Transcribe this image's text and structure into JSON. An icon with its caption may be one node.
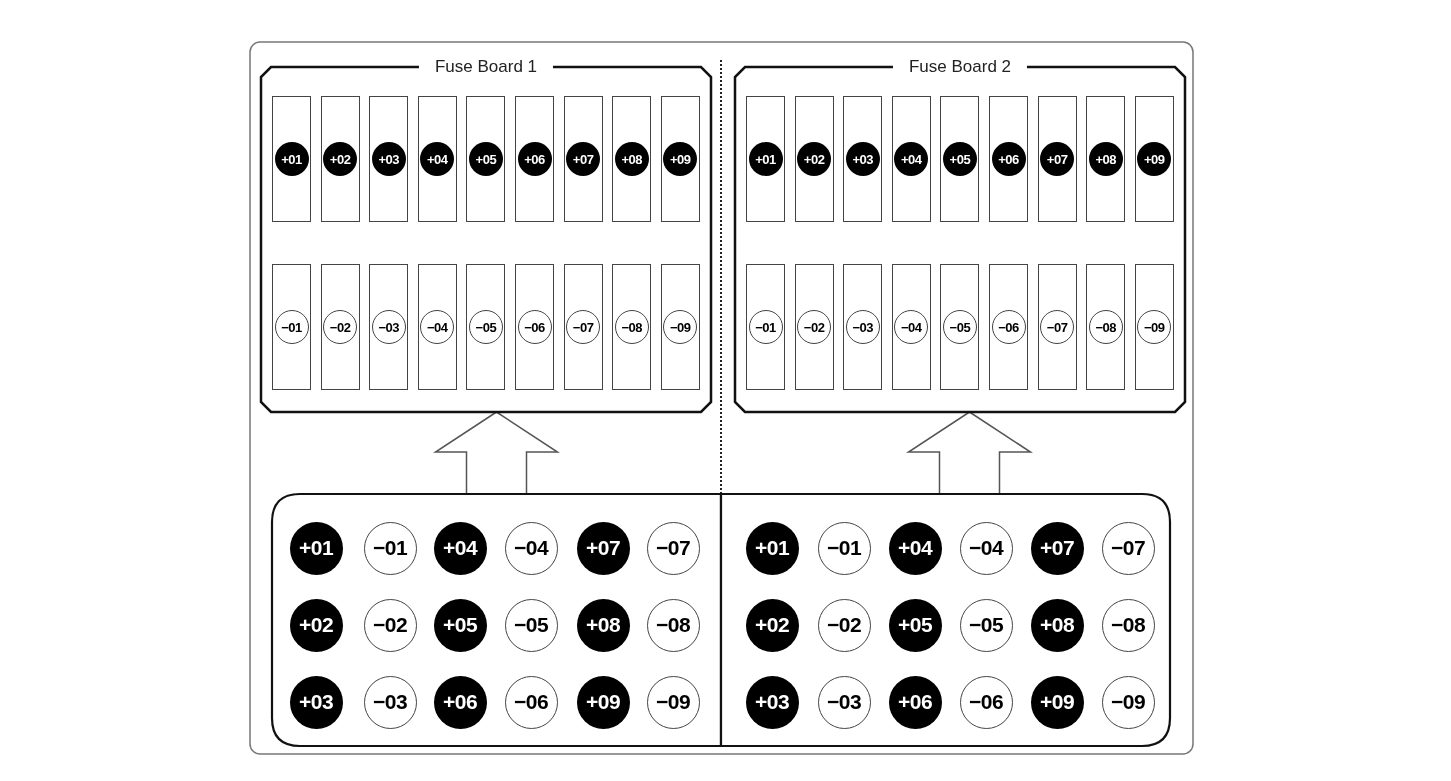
{
  "diagram": {
    "nodes": [
      {
        "text": [
          "Fuse Board 1"
        ]
      },
      {
        "text": [
          "+01"
        ],
        "in": 0
      },
      {
        "text": [
          "+02"
        ],
        "in": 0
      },
      {
        "text": [
          "+03"
        ],
        "in": 0
      },
      {
        "text": [
          "+04"
        ],
        "in": 0
      },
      {
        "text": [
          "+05"
        ],
        "in": 0
      },
      {
        "text": [
          "+06"
        ],
        "in": 0
      },
      {
        "text": [
          "+07"
        ],
        "in": 0
      },
      {
        "text": [
          "+08"
        ],
        "in": 0
      },
      {
        "text": [
          "+09"
        ],
        "in": 0
      },
      {
        "text": [
          "−01"
        ],
        "in": 0
      },
      {
        "text": [
          "−02"
        ],
        "in": 0
      },
      {
        "text": [
          "−03"
        ],
        "in": 0
      },
      {
        "text": [
          "−04"
        ],
        "in": 0
      },
      {
        "text": [
          "−05"
        ],
        "in": 0
      },
      {
        "text": [
          "−06"
        ],
        "in": 0
      },
      {
        "text": [
          "−07"
        ],
        "in": 0
      },
      {
        "text": [
          "−08"
        ],
        "in": 0
      },
      {
        "text": [
          "−09"
        ],
        "in": 0
      },
      {
        "text": [
          "Fuse Board 2"
        ]
      },
      {
        "text": [
          "+01"
        ],
        "in": 19
      },
      {
        "text": [
          "+02"
        ],
        "in": 19
      },
      {
        "text": [
          "+03"
        ],
        "in": 19
      },
      {
        "text": [
          "+04"
        ],
        "in": 19
      },
      {
        "text": [
          "+05"
        ],
        "in": 19
      },
      {
        "text": [
          "+06"
        ],
        "in": 19
      },
      {
        "text": [
          "+07"
        ],
        "in": 19
      },
      {
        "text": [
          "+08"
        ],
        "in": 19
      },
      {
        "text": [
          "+09"
        ],
        "in": 19
      },
      {
        "text": [
          "−01"
        ],
        "in": 19
      },
      {
        "text": [
          "−02"
        ],
        "in": 19
      },
      {
        "text": [
          "−03"
        ],
        "in": 19
      },
      {
        "text": [
          "−04"
        ],
        "in": 19
      },
      {
        "text": [
          "−05"
        ],
        "in": 19
      },
      {
        "text": [
          "−06"
        ],
        "in": 19
      },
      {
        "text": [
          "−07"
        ],
        "in": 19
      },
      {
        "text": [
          "−08"
        ],
        "in": 19
      },
      {
        "text": [
          "−09"
        ],
        "in": 19
      },
      {
        "text": [],
        "shape": "box"
      },
      {
        "text": [
          "+01"
        ],
        "in": 38
      },
      {
        "text": [
          "−01"
        ],
        "in": 38
      },
      {
        "text": [
          "+04"
        ],
        "in": 38
      },
      {
        "text": [
          "−04"
        ],
        "in": 38
      },
      {
        "text": [
          "+07"
        ],
        "in": 38
      },
      {
        "text": [
          "−07"
        ],
        "in": 38
      },
      {
        "text": [
          "+02"
        ],
        "in": 38
      },
      {
        "text": [
          "−02"
        ],
        "in": 38
      },
      {
        "text": [
          "+05"
        ],
        "in": 38
      },
      {
        "text": [
          "−05"
        ],
        "in": 38
      },
      {
        "text": [
          "+08"
        ],
        "in": 38
      },
      {
        "text": [
          "−08"
        ],
        "in": 38
      },
      {
        "text": [
          "+03"
        ],
        "in": 38
      },
      {
        "text": [
          "−03"
        ],
        "in": 38
      },
      {
        "text": [
          "+06"
        ],
        "in": 38
      },
      {
        "text": [
          "−06"
        ],
        "in": 38
      },
      {
        "text": [
          "+09"
        ],
        "in": 38
      },
      {
        "text": [
          "−09"
        ],
        "in": 38
      },
      {
        "text": [],
        "shape": "box"
      },
      {
        "text": [
          "+01"
        ],
        "in": 57
      },
      {
        "text": [
          "−01"
        ],
        "in": 57
      },
      {
        "text": [
          "+04"
        ],
        "in": 57
      },
      {
        "text": [
          "−04"
        ],
        "in": 57
      },
      {
        "text": [
          "+07"
        ],
        "in": 57
      },
      {
        "text": [
          "−07"
        ],
        "in": 57
      },
      {
        "text": [
          "+02"
        ],
        "in": 57
      },
      {
        "text": [
          "−02"
        ],
        "in": 57
      },
      {
        "text": [
          "+05"
        ],
        "in": 57
      },
      {
        "text": [
          "−05"
        ],
        "in": 57
      },
      {
        "text": [
          "+08"
        ],
        "in": 57
      },
      {
        "text": [
          "−08"
        ],
        "in": 57
      },
      {
        "text": [
          "+03"
        ],
        "in": 57
      },
      {
        "text": [
          "−03"
        ],
        "in": 57
      },
      {
        "text": [
          "+06"
        ],
        "in": 57
      },
      {
        "text": [
          "−06"
        ],
        "in": 57
      },
      {
        "text": [
          "+09"
        ],
        "in": 57
      },
      {
        "text": [
          "−09"
        ],
        "in": 57
      }
    ],
    "edges": [
      {
        "from": 38,
        "to": 0,
        "arrow": "to"
      },
      {
        "from": 57,
        "to": 19,
        "arrow": "to"
      }
    ]
  }
}
